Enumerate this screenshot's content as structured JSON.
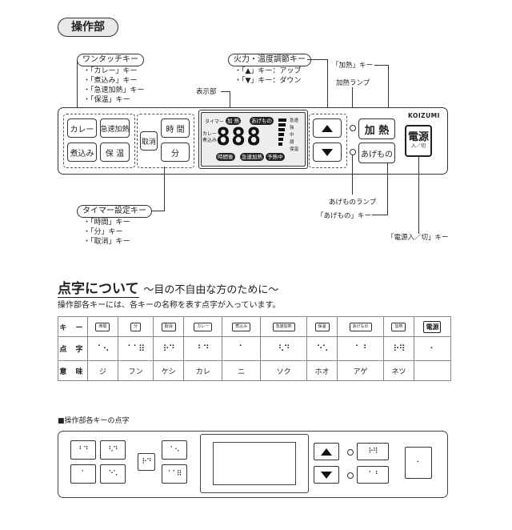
{
  "title": "操作部",
  "one_touch": {
    "head": "ワンタッチキー",
    "items": [
      "・「カレー」キー",
      "・「煮込み」キー",
      "・「急速加熱」キー",
      "・「保温」キー"
    ]
  },
  "heat": {
    "head": "火力・温度調節キー",
    "items": [
      "・「▲」キー：アップ",
      "・「▼」キー：ダウン"
    ]
  },
  "display_label": "表示部",
  "heating_key_label": "「加熱」キー",
  "heating_lamp_label": "加熱ランプ",
  "agemono_lamp_label": "あげものランプ",
  "agemono_key_label": "「あげもの」キー",
  "power_key_label": "「電源入／切」キー",
  "timer": {
    "head": "タイマー設定キー",
    "items": [
      "・「時間」キー",
      "・「分」キー",
      "・「取消」キー"
    ]
  },
  "panel": {
    "brand": "KOIZUMI",
    "keys": {
      "curry": "カレー",
      "rapid": "急速加熱",
      "stew": "煮込み",
      "warm": "保 温",
      "cancel": "取消",
      "hour": "時 間",
      "minute": "分",
      "heat": "加 熱",
      "agemono": "あげもの",
      "power": "電源",
      "power_sub": "入／切"
    },
    "lcd": {
      "digits": "888",
      "timer_label": "タイマー",
      "curry_label": "カレー",
      "stew_label": "煮込み",
      "chip_heat": "加 熱",
      "chip_age": "あげもの",
      "chip_warm": "保温",
      "chip_rapid": "急速加熱",
      "chip_hours": "時間後",
      "levels": [
        "急速",
        "強",
        "中",
        "弱",
        "保温"
      ],
      "bottom_chips": [
        "時間後",
        "急速加熱",
        "予熱中"
      ]
    }
  },
  "braille_section": {
    "title": "点字について",
    "subtitle": "〜目の不自由な方のために〜",
    "desc": "操作部各キーには、各キーの名称を表す点字が入っています。",
    "row_headers": [
      "キ ー",
      "点 字",
      "意 味"
    ],
    "keys": [
      "時間",
      "分",
      "取消",
      "カレー",
      "煮込み",
      "急速加熱",
      "保温",
      "あげもの",
      "加熱",
      "電源"
    ],
    "braille": [
      "⠁⠢",
      "⠁⠁⠿",
      "⠗⠙",
      "⠃⠙",
      "⠁",
      "⠣⠙",
      "⠑⠡",
      "⠁⠘",
      "⠗⠻",
      "⠂"
    ],
    "meanings": [
      "ジ",
      "フン",
      "ケシ",
      "カレ",
      "ニ",
      "ソク",
      "ホオ",
      "アゲ",
      "ネツ",
      ""
    ]
  },
  "diagram2": {
    "title": "■操作部各キーの点字"
  }
}
